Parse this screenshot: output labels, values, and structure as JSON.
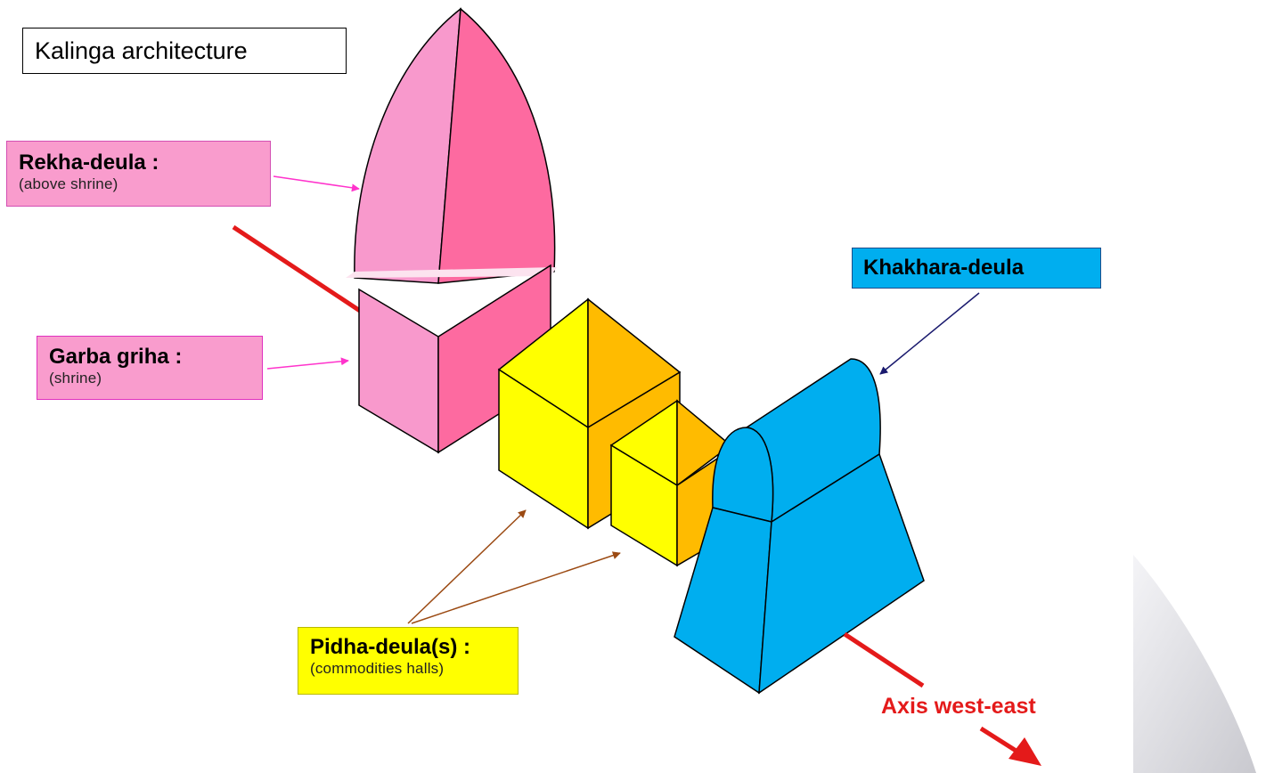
{
  "title": "Kalinga architecture",
  "labels": {
    "rekha": {
      "main": "Rekha-deula :",
      "sub": "(above shrine)"
    },
    "garba": {
      "main": "Garba griha :",
      "sub": "(shrine)"
    },
    "pidha": {
      "main": "Pidha-deula(s) :",
      "sub": "(commodities halls)"
    },
    "khakhara": {
      "main": "Khakhara-deula"
    },
    "axis": "Axis west-east"
  },
  "colors": {
    "rekha_light": "#f899cc",
    "rekha_dark": "#fd6aa0",
    "pidha_light": "#ffff00",
    "pidha_dark": "#ffbb00",
    "khakhara": "#00aeef",
    "axis": "#e41a1a",
    "arrow_magenta": "#ff33cc",
    "arrow_brown": "#9b4a13",
    "arrow_navy": "#1a1a6e"
  }
}
